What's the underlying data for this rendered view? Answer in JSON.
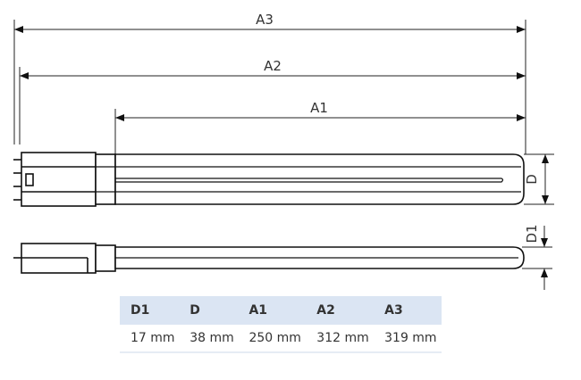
{
  "drawing": {
    "dimension_labels": {
      "a3": "A3",
      "a2": "A2",
      "a1": "A1",
      "d": "D",
      "d1": "D1"
    }
  },
  "table": {
    "headers": [
      "D1",
      "D",
      "A1",
      "A2",
      "A3"
    ],
    "values": [
      "17 mm",
      "38 mm",
      "250 mm",
      "312 mm",
      "319 mm"
    ]
  }
}
